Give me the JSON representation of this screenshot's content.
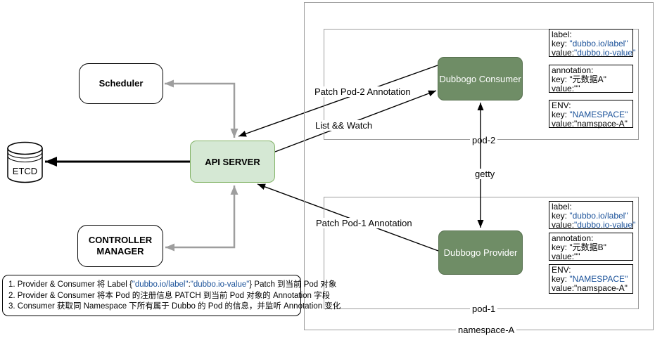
{
  "colors": {
    "api_server_fill": "#d5e8d4",
    "api_server_border": "#82b366",
    "app_box_fill": "#6f8d66",
    "code_blue": "#1a5199",
    "connector_gray": "#9e9e9e"
  },
  "left": {
    "etcd_label": "ETCD",
    "scheduler_label": "Scheduler",
    "api_server_label": "API SERVER",
    "controller_manager_line1": "CONTROLLER",
    "controller_manager_line2": "MANAGER"
  },
  "edges": {
    "patch_pod2": "Patch Pod-2 Annotation",
    "list_watch": "List && Watch",
    "patch_pod1": "Patch Pod-1 Annotation",
    "getty": "getty"
  },
  "namespace": {
    "label": "namespace-A",
    "pods": [
      {
        "label": "pod-2",
        "app": "Dubbogo Consumer",
        "boxes": [
          {
            "title": "label:",
            "l1_pre": "key: ",
            "l1_val": "\"dubbo.io/label\"",
            "l2_pre": "value:",
            "l2_val": "\"dubbo.io-value\""
          },
          {
            "title": "annotation:",
            "l1_pre": "key: ",
            "l1_val": "\"元数据A\"",
            "l2_pre": "value:",
            "l2_val": "\"\""
          },
          {
            "title": "ENV:",
            "l1_pre": "key: ",
            "l1_val": "\"NAMESPACE\"",
            "l2_pre": "value:",
            "l2_val": "\"namspace-A\""
          }
        ]
      },
      {
        "label": "pod-1",
        "app": "Dubbogo Provider",
        "boxes": [
          {
            "title": "label:",
            "l1_pre": "key: ",
            "l1_val": "\"dubbo.io/label\"",
            "l2_pre": "value:",
            "l2_val": "\"dubbo.io-value\""
          },
          {
            "title": "annotation:",
            "l1_pre": "key: ",
            "l1_val": "\"元数据B\"",
            "l2_pre": "value:",
            "l2_val": "\"\""
          },
          {
            "title": "ENV:",
            "l1_pre": "key: ",
            "l1_val": "\"NAMESPACE\"",
            "l2_pre": "value:",
            "l2_val": "\"namspace-A\""
          }
        ]
      }
    ]
  },
  "notes": {
    "line1": {
      "p1": "1. Provider & Consumer 将 Label  {",
      "p2": "\"dubbo.io/label\"",
      "p3": ":",
      "p4": "\"dubbo.io-value\"",
      "p5": "} Patch 到当前 Pod 对象"
    },
    "line2": "2. Provider & Consumer 将本 Pod 的注册信息 PATCH 到当前 Pod 对象的 Annotation 字段",
    "line3": "3. Consumer 获取同 Namespace 下所有属于 Dubbo 的 Pod 的信息，并监听 Annotation 变化"
  }
}
